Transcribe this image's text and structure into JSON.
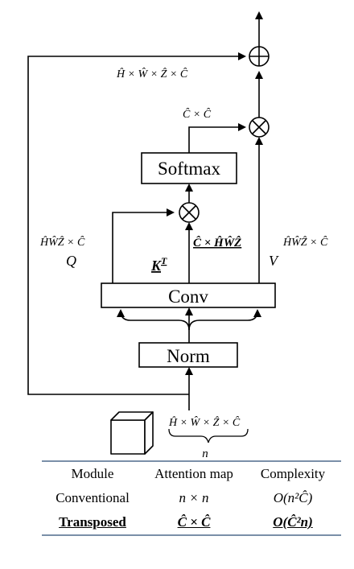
{
  "diagram": {
    "nodes": {
      "softmax": "Softmax",
      "conv": "Conv",
      "norm": "Norm"
    },
    "labels": {
      "skip_dims": "Ĥ × Ŵ × Ẑ × Ĉ",
      "attn_dims": "Ĉ × Ĉ",
      "q_dims": "ĤŴẐ × Ĉ",
      "q": "Q",
      "kt": "K",
      "kt_sup": "T",
      "k_dims": "Ĉ × ĤŴẐ",
      "v_dims": "ĤŴẐ × Ĉ",
      "v": "V",
      "input_dims": "Ĥ × Ŵ × Ẑ × Ĉ",
      "n": "n"
    },
    "symbols": {
      "add": "plus-circle-icon",
      "mul": "times-circle-icon",
      "volume": "cube-icon"
    }
  },
  "table": {
    "headers": [
      "Module",
      "Attention map",
      "Complexity"
    ],
    "rows": [
      [
        "Conventional",
        "n × n",
        "O(n²Ĉ)"
      ],
      [
        "Transposed",
        "Ĉ × Ĉ",
        "O(Ĉ²n)"
      ]
    ]
  }
}
